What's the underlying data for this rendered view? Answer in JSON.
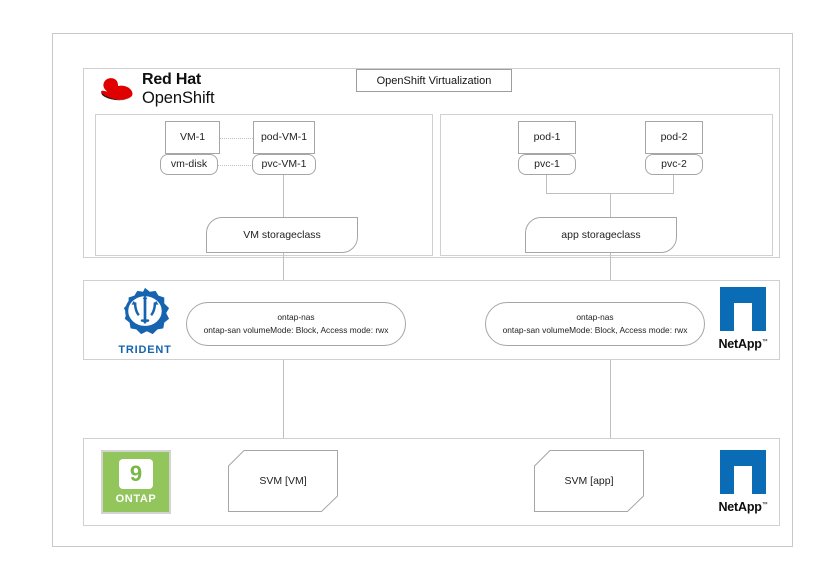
{
  "diagram": {
    "title_chip": "OpenShift Virtualization",
    "brands": {
      "redhat_line1": "Red Hat",
      "redhat_line2": "OpenShift",
      "trident": "TRIDENT",
      "netapp": "NetApp",
      "netapp_tm": "™",
      "ontap_digit": "9",
      "ontap_word": "ONTAP"
    },
    "colors": {
      "redhat_red": "#e00000",
      "trident_blue": "#1664b0",
      "netapp_blue": "#0a6cb4",
      "ontap_green": "#92c55c",
      "line_gray": "#bfbfbf",
      "border_gray": "#a6a6a6"
    },
    "openshift_section": {
      "vm_group": {
        "vm": "VM-1",
        "vm_disk": "vm-disk",
        "pod": "pod-VM-1",
        "pvc": "pvc-VM-1",
        "storageclass": "VM storageclass"
      },
      "app_group": {
        "pod1": "pod-1",
        "pvc1": "pvc-1",
        "pod2": "pod-2",
        "pvc2": "pvc-2",
        "storageclass": "app storageclass"
      }
    },
    "trident_section": {
      "backend_vm": {
        "line1": "ontap-nas",
        "line2": "ontap-san volumeMode: Block, Access mode: rwx"
      },
      "backend_app": {
        "line1": "ontap-nas",
        "line2": "ontap-san volumeMode: Block, Access mode: rwx"
      }
    },
    "ontap_section": {
      "svm_vm": "SVM [VM]",
      "svm_app": "SVM [app]"
    }
  }
}
